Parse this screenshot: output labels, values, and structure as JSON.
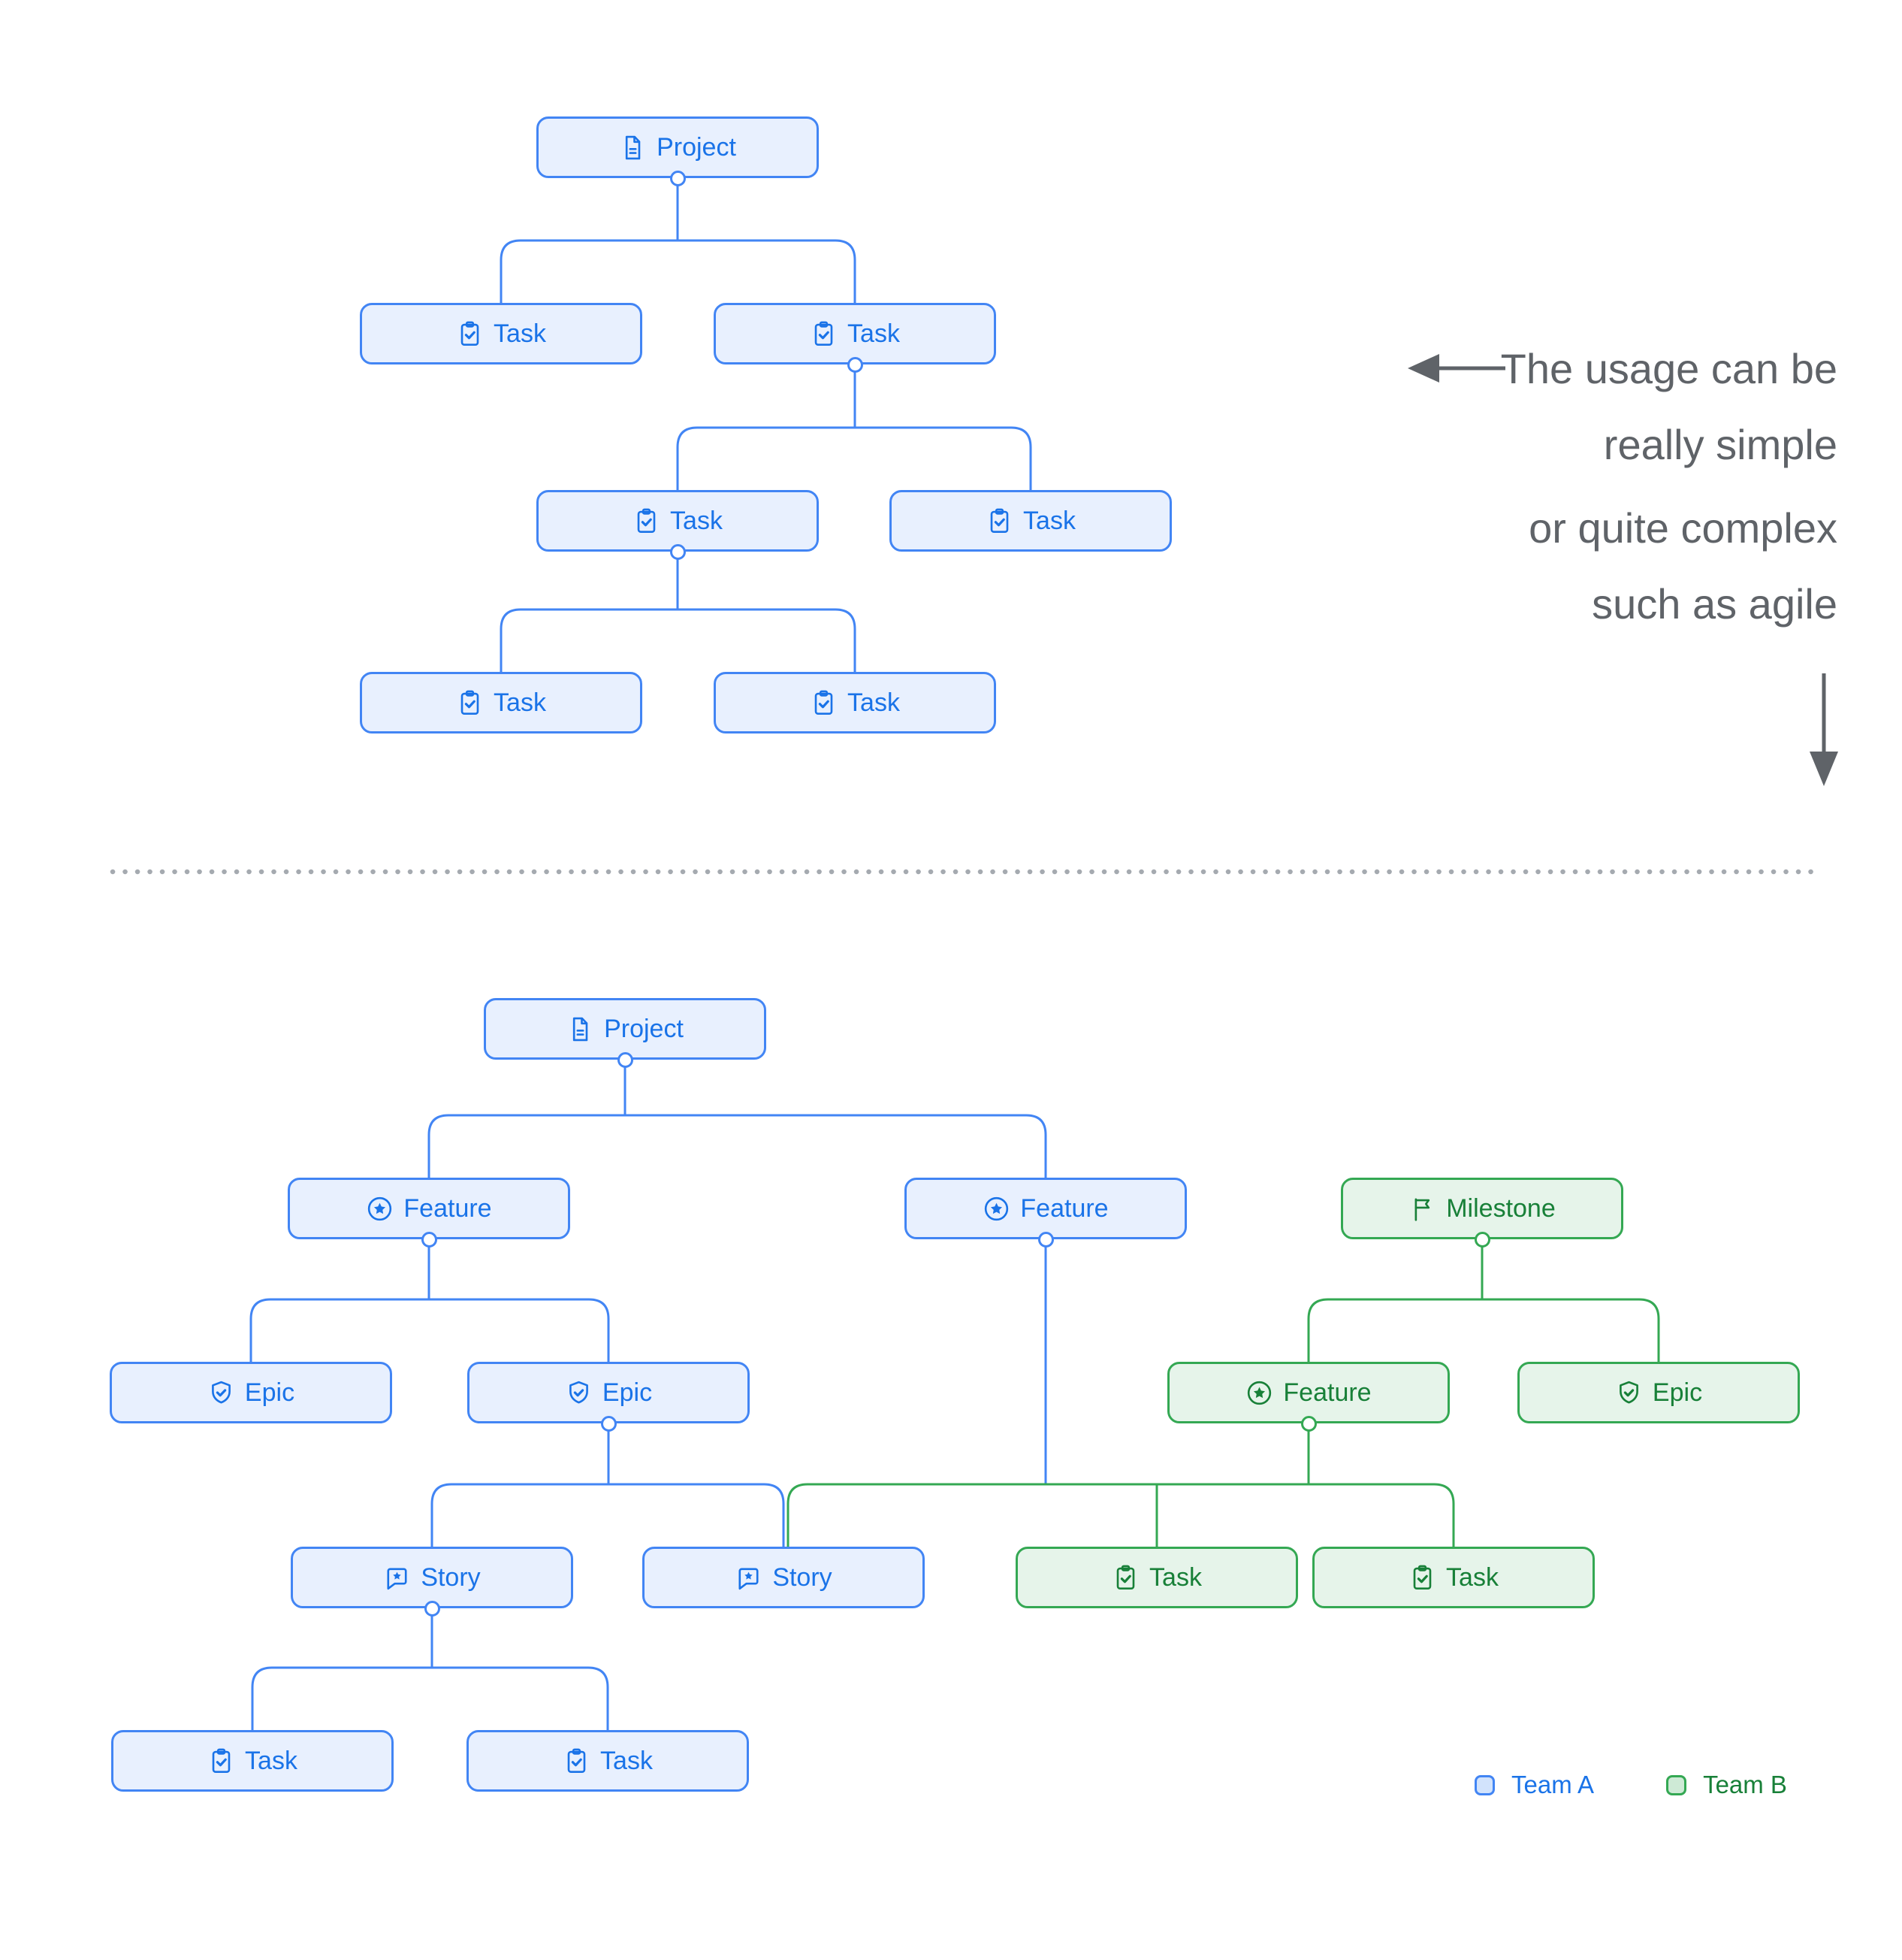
{
  "palette": {
    "team_a_border": "#4285F4",
    "team_a_fill": "#E8F0FE",
    "team_a_text": "#1A73E8",
    "team_b_border": "#34A853",
    "team_b_fill": "#E6F4EA",
    "team_b_text": "#188038",
    "annotation_gray": "#5F6368",
    "divider_dots": "#A5AAB0"
  },
  "annotation": {
    "group1": [
      "The usage can be",
      "really simple"
    ],
    "group2": [
      "or quite complex",
      "such as agile"
    ]
  },
  "legend": {
    "items": [
      {
        "id": "A",
        "label": "Team A"
      },
      {
        "id": "B",
        "label": "Team B"
      }
    ]
  },
  "nodes": [
    {
      "id": "t_project",
      "label": "Project",
      "icon": "document-icon",
      "team": "A",
      "port": true
    },
    {
      "id": "t_task1",
      "label": "Task",
      "icon": "task-icon",
      "team": "A",
      "port": false
    },
    {
      "id": "t_task2",
      "label": "Task",
      "icon": "task-icon",
      "team": "A",
      "port": true
    },
    {
      "id": "t_task3",
      "label": "Task",
      "icon": "task-icon",
      "team": "A",
      "port": true
    },
    {
      "id": "t_task4",
      "label": "Task",
      "icon": "task-icon",
      "team": "A",
      "port": false
    },
    {
      "id": "t_task5",
      "label": "Task",
      "icon": "task-icon",
      "team": "A",
      "port": false
    },
    {
      "id": "t_task6",
      "label": "Task",
      "icon": "task-icon",
      "team": "A",
      "port": false
    },
    {
      "id": "b_project",
      "label": "Project",
      "icon": "document-icon",
      "team": "A",
      "port": true
    },
    {
      "id": "b_feature1",
      "label": "Feature",
      "icon": "feature-icon",
      "team": "A",
      "port": true
    },
    {
      "id": "b_feature2",
      "label": "Feature",
      "icon": "feature-icon",
      "team": "A",
      "port": true
    },
    {
      "id": "b_milestone",
      "label": "Milestone",
      "icon": "milestone-icon",
      "team": "B",
      "port": true
    },
    {
      "id": "b_epic1",
      "label": "Epic",
      "icon": "epic-icon",
      "team": "A",
      "port": false
    },
    {
      "id": "b_epic2",
      "label": "Epic",
      "icon": "epic-icon",
      "team": "A",
      "port": true
    },
    {
      "id": "b_gfeature",
      "label": "Feature",
      "icon": "feature-icon",
      "team": "B",
      "port": true
    },
    {
      "id": "b_gepic",
      "label": "Epic",
      "icon": "epic-icon",
      "team": "B",
      "port": false
    },
    {
      "id": "b_story1",
      "label": "Story",
      "icon": "story-icon",
      "team": "A",
      "port": true
    },
    {
      "id": "b_story2",
      "label": "Story",
      "icon": "story-icon",
      "team": "A",
      "port": false
    },
    {
      "id": "b_gtask1",
      "label": "Task",
      "icon": "task-icon",
      "team": "B",
      "port": false
    },
    {
      "id": "b_gtask2",
      "label": "Task",
      "icon": "task-icon",
      "team": "B",
      "port": false
    },
    {
      "id": "b_task1",
      "label": "Task",
      "icon": "task-icon",
      "team": "A",
      "port": false
    },
    {
      "id": "b_task2",
      "label": "Task",
      "icon": "task-icon",
      "team": "A",
      "port": false
    }
  ],
  "edges": [
    {
      "parents": [
        "t_project"
      ],
      "children": [
        "t_task1",
        "t_task2"
      ],
      "team": "A"
    },
    {
      "parents": [
        "t_task2"
      ],
      "children": [
        "t_task3",
        "t_task4"
      ],
      "team": "A"
    },
    {
      "parents": [
        "t_task3"
      ],
      "children": [
        "t_task5",
        "t_task6"
      ],
      "team": "A"
    },
    {
      "parents": [
        "b_project"
      ],
      "children": [
        "b_feature1",
        "b_feature2"
      ],
      "team": "A"
    },
    {
      "parents": [
        "b_feature1"
      ],
      "children": [
        "b_epic1",
        "b_epic2"
      ],
      "team": "A"
    },
    {
      "parents": [
        "b_milestone"
      ],
      "children": [
        "b_gfeature",
        "b_gepic"
      ],
      "team": "B"
    },
    {
      "parents": [
        "b_epic2"
      ],
      "children": [
        "b_story1",
        "b_story2"
      ],
      "team": "A"
    },
    {
      "parents": [
        "b_feature2"
      ],
      "children": [
        "b_story2",
        "b_gtask1",
        "b_gtask2"
      ],
      "team": "A",
      "feed_only": true
    },
    {
      "parents": [
        "b_gfeature"
      ],
      "children": [
        "b_story2",
        "b_gtask1",
        "b_gtask2"
      ],
      "team": "B",
      "left_inset": 6
    },
    {
      "parents": [
        "b_story1"
      ],
      "children": [
        "b_task1",
        "b_task2"
      ],
      "team": "A"
    }
  ]
}
